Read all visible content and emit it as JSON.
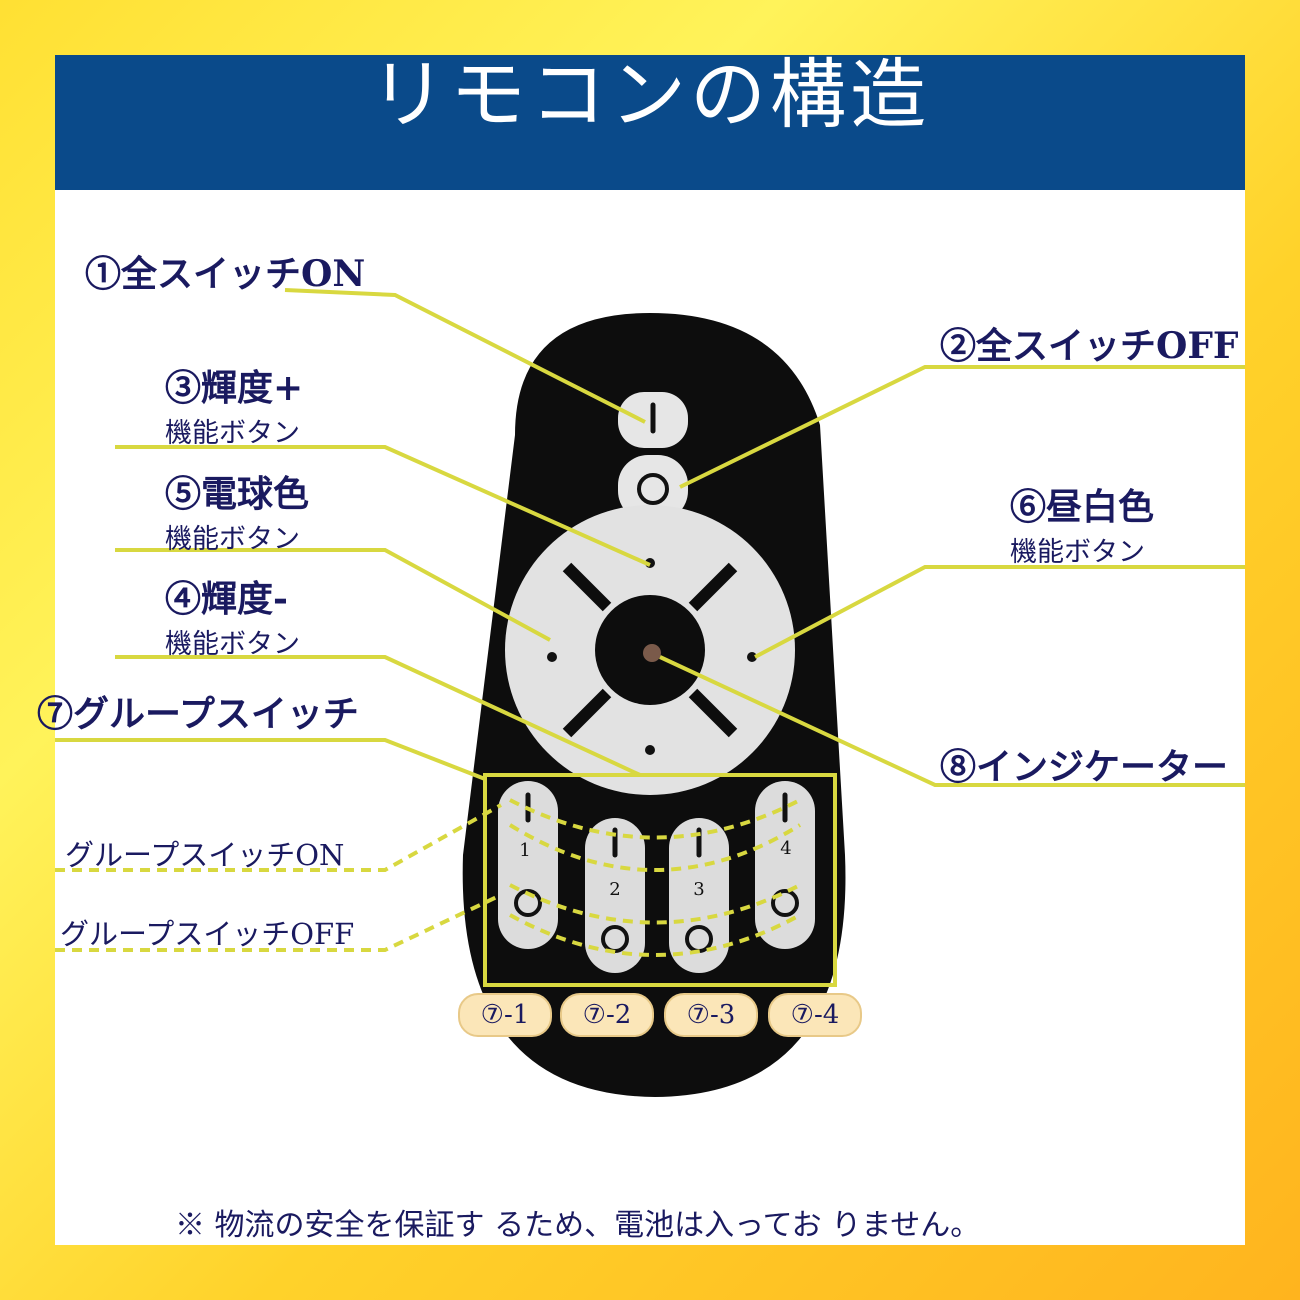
{
  "title": "リモコンの構造",
  "callouts": {
    "all_on": "①全スイッチON",
    "all_off": "②全スイッチOFF",
    "bright_plus": "③輝度+",
    "bright_plus_sub": "機能ボタン",
    "warm": "⑤電球色",
    "warm_sub": "機能ボタン",
    "bright_minus": "④輝度-",
    "bright_minus_sub": "機能ボタン",
    "daylight": "⑥昼白色",
    "daylight_sub": "機能ボタン",
    "group_switch": "⑦グループスイッチ",
    "indicator": "⑧インジケーター"
  },
  "group_labels": {
    "on": "グループスイッチON",
    "off": "グループスイッチOFF"
  },
  "badges": [
    "⑦-1",
    "⑦-2",
    "⑦-3",
    "⑦-4"
  ],
  "group_numbers": [
    "1",
    "2",
    "3",
    "4"
  ],
  "footnote": "※ 物流の安全を保証す るため、電池は入ってお りません。",
  "colors": {
    "header": "#0a4a8a",
    "leader_line": "#d8d840",
    "frame": "#fce82c",
    "remote_body": "#0d0d0d"
  }
}
